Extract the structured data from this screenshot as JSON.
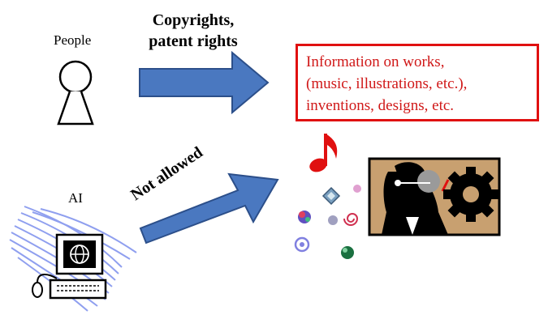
{
  "diagram": {
    "people_label": "People",
    "ai_label": "AI",
    "rights_arrow_label_line1": "Copyrights,",
    "rights_arrow_label_line2": "patent rights",
    "not_allowed_label": "Not allowed",
    "info_box": {
      "line1": "Information on works,",
      "line2": "(music, illustrations, etc.),",
      "line3": "inventions, designs, etc."
    },
    "colors": {
      "arrow_fill": "#4a78c0",
      "arrow_stroke": "#2c4f8a",
      "info_border": "#e01010",
      "info_text": "#d01818",
      "music_note": "#e01010",
      "ai_swoosh": "#8f9fef",
      "art_background": "#c8a070"
    },
    "icons": [
      "person-icon",
      "computer-icon",
      "globe-icon",
      "music-note-icon",
      "gear-icon",
      "person-with-ideas-icon"
    ]
  }
}
